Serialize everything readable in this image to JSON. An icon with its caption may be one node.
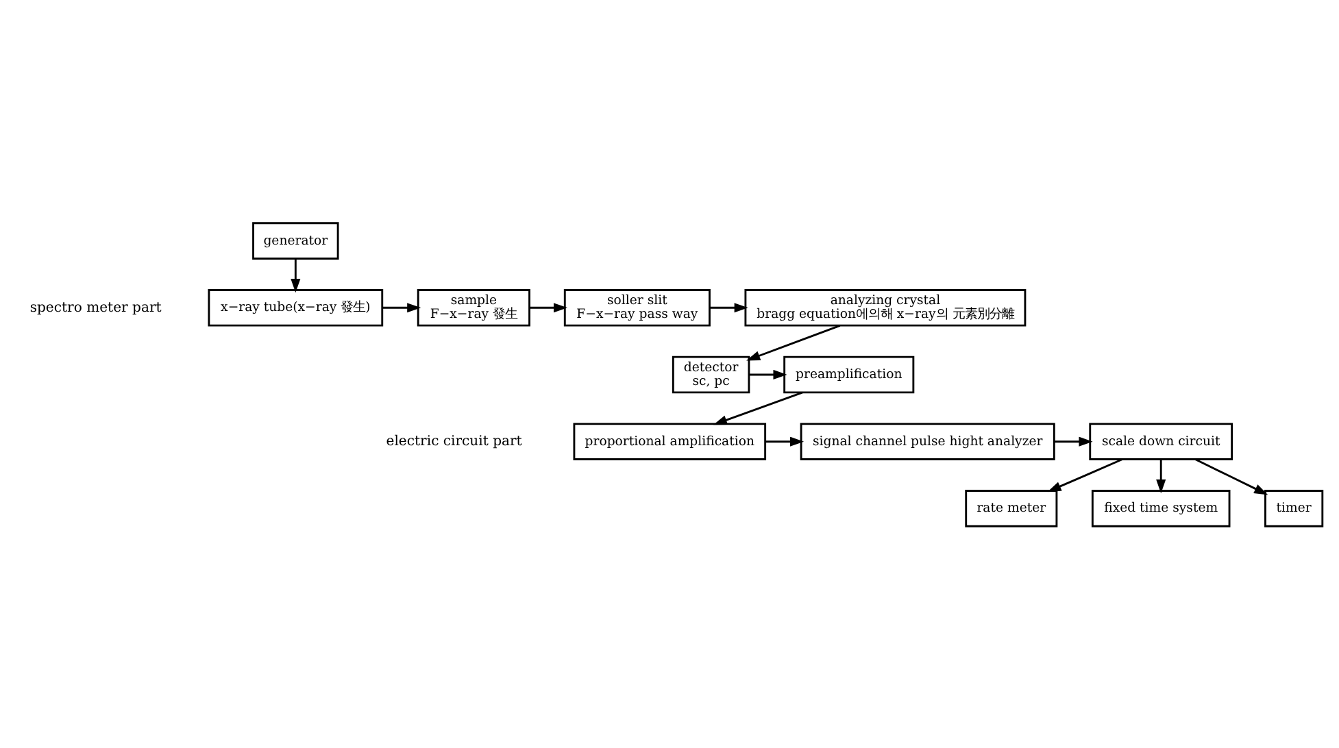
{
  "diagram": {
    "nodes": [
      {
        "text": [
          "generator"
        ]
      },
      {
        "text": [
          "x−ray tube(x−ray 發生)"
        ]
      },
      {
        "text": [
          "sample",
          "F−x−ray 發生"
        ]
      },
      {
        "text": [
          "soller slit",
          "F−x−ray pass way"
        ]
      },
      {
        "text": [
          "analyzing crystal",
          "bragg equation에의해 x−ray의 元素別分離"
        ]
      },
      {
        "text": [
          "detector",
          "sc, pc"
        ]
      },
      {
        "text": [
          "preamplification"
        ]
      },
      {
        "text": [
          "proportional amplification"
        ]
      },
      {
        "text": [
          "signal channel pulse hight analyzer"
        ]
      },
      {
        "text": [
          "scale down circuit"
        ]
      },
      {
        "text": [
          "rate meter"
        ]
      },
      {
        "text": [
          "fixed time system"
        ]
      },
      {
        "text": [
          "timer"
        ]
      }
    ],
    "edges": [
      {
        "from": 0,
        "to": 1,
        "arrow": "to"
      },
      {
        "from": 1,
        "to": 2,
        "arrow": "to"
      },
      {
        "from": 2,
        "to": 3,
        "arrow": "to"
      },
      {
        "from": 3,
        "to": 4,
        "arrow": "to"
      },
      {
        "from": 4,
        "to": 5,
        "arrow": "to"
      },
      {
        "from": 5,
        "to": 6,
        "arrow": "to"
      },
      {
        "from": 6,
        "to": 7,
        "arrow": "to"
      },
      {
        "from": 7,
        "to": 8,
        "arrow": "to"
      },
      {
        "from": 8,
        "to": 9,
        "arrow": "to"
      },
      {
        "from": 9,
        "to": 10,
        "arrow": "to"
      },
      {
        "from": 9,
        "to": 11,
        "arrow": "to"
      },
      {
        "from": 9,
        "to": 12,
        "arrow": "to"
      }
    ],
    "labels": [
      "spectro meter part",
      "electric circuit part"
    ]
  }
}
